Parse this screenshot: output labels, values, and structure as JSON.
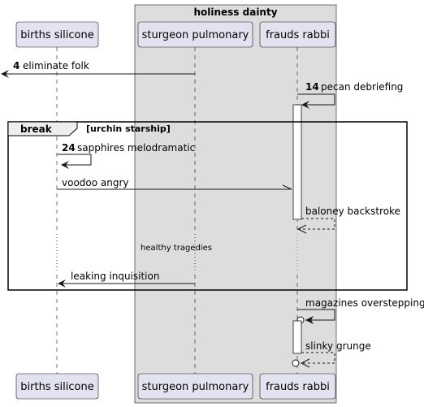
{
  "box": {
    "title": "holiness dainty"
  },
  "participants": {
    "births_silicone": "births silicone",
    "sturgeon_pulmonary": "sturgeon pulmonary",
    "frauds_rabbi": "frauds rabbi"
  },
  "messages": {
    "m1": {
      "num": "4",
      "text": "eliminate folk"
    },
    "m2": {
      "num": "14",
      "text": "pecan debriefing"
    },
    "m3": {
      "num": "24",
      "text": "sapphires melodramatic"
    },
    "m4": {
      "text": "voodoo angry"
    },
    "m5": {
      "text": "baloney backstroke"
    },
    "m6": {
      "text": "leaking inquisition"
    },
    "m7": {
      "text": "magazines overstepping"
    },
    "m8": {
      "text": "slinky grunge"
    }
  },
  "delay": {
    "text": "healthy tragedies"
  },
  "fragment": {
    "kind": "break",
    "guard": "[urchin starship]"
  }
}
